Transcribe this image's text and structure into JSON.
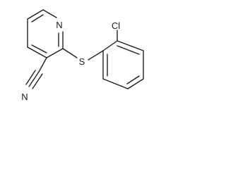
{
  "molecule": {
    "atoms": {
      "nitrogen_ring": "N",
      "nitrogen_nitrile": "N",
      "sulfur": "S",
      "chlorine": "Cl"
    }
  }
}
